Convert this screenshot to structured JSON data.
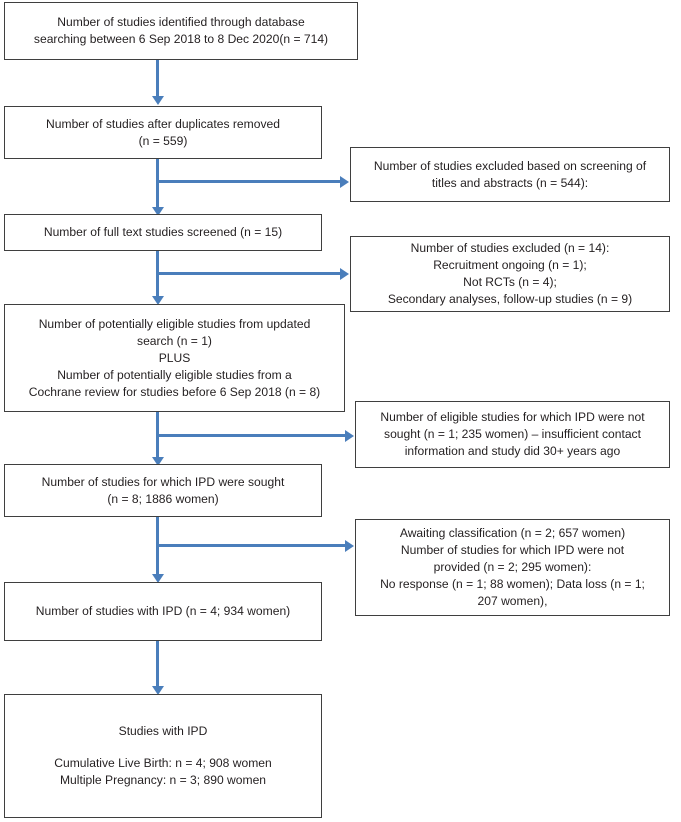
{
  "diagram": {
    "type": "prisma-flow-diagram",
    "colors": {
      "arrow": "#4a7ebb",
      "box_border": "#3f3f3f",
      "text": "#231f20",
      "background": "#ffffff"
    },
    "boxes": {
      "identified": {
        "lines": [
          "Number of studies identified through database",
          "searching between 6 Sep 2018 to 8 Dec 2020(n = 714)"
        ]
      },
      "duplicates_removed": {
        "lines": [
          "Number of studies after duplicates removed",
          "(n = 559)"
        ]
      },
      "excluded_screening": {
        "lines": [
          "Number of studies excluded based on screening of",
          "titles and abstracts (n = 544):"
        ]
      },
      "full_text_screened": {
        "lines": [
          "Number of full text studies screened (n = 15)"
        ]
      },
      "excluded_full_text": {
        "lines": [
          "Number of studies excluded (n = 14):",
          "Recruitment ongoing (n = 1);",
          "Not RCTs (n = 4);",
          "Secondary analyses, follow-up studies (n = 9)"
        ]
      },
      "potentially_eligible": {
        "lines": [
          "Number of potentially eligible studies from updated",
          "search (n = 1)",
          "PLUS",
          "Number of potentially eligible studies from a",
          "Cochrane review for studies before 6 Sep 2018 (n = 8)"
        ]
      },
      "ipd_not_sought": {
        "lines": [
          "Number of eligible studies for which IPD were not",
          "sought (n = 1; 235 women) – insufficient contact",
          "information and study did 30+ years ago"
        ]
      },
      "ipd_sought": {
        "lines": [
          "Number of studies for which IPD were sought",
          "(n = 8; 1886 women)"
        ]
      },
      "ipd_not_provided": {
        "lines": [
          "Awaiting classification (n = 2; 657 women)",
          "Number of studies for which IPD were not",
          "provided (n = 2; 295 women):",
          "No response (n = 1; 88 women); Data loss (n = 1;",
          "207 women),"
        ]
      },
      "studies_with_ipd": {
        "lines": [
          "Number of studies with IPD (n = 4; 934 women)"
        ]
      },
      "outcomes": {
        "title": "Studies with IPD",
        "lines": [
          "Cumulative Live Birth: n = 4; 908 women",
          "Multiple Pregnancy: n = 3; 890 women"
        ]
      }
    }
  }
}
